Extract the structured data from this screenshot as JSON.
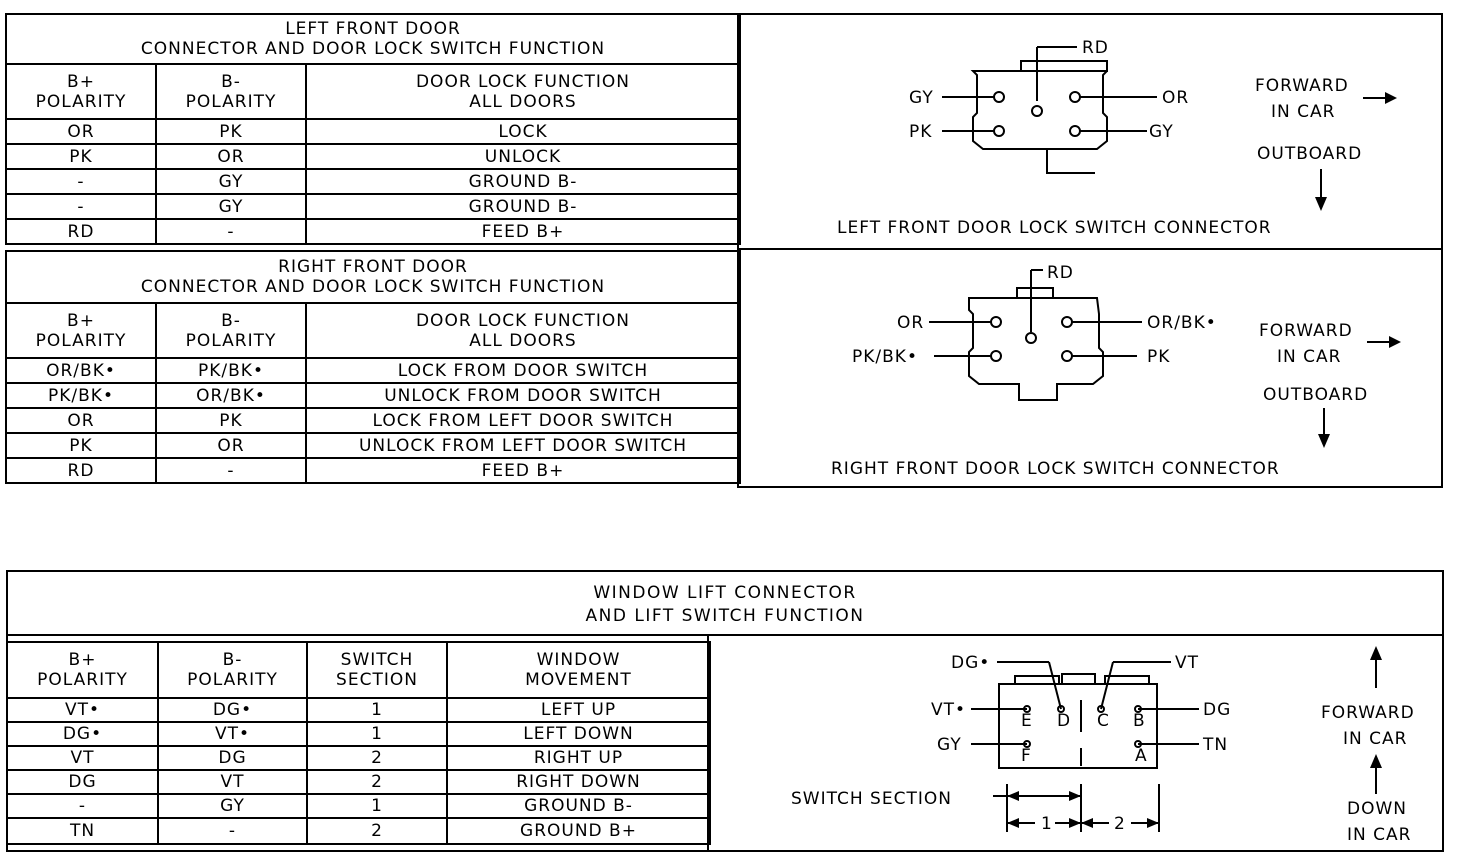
{
  "left_front": {
    "title_line1": "LEFT FRONT DOOR",
    "title_line2": "CONNECTOR AND DOOR LOCK SWITCH FUNCTION",
    "headers": [
      "B+\nPOLARITY",
      "B-\nPOLARITY",
      "DOOR LOCK FUNCTION\nALL DOORS"
    ],
    "rows": [
      [
        "OR",
        "PK",
        "LOCK"
      ],
      [
        "PK",
        "OR",
        "UNLOCK"
      ],
      [
        "-",
        "GY",
        "GROUND B-"
      ],
      [
        "-",
        "GY",
        "GROUND B-"
      ],
      [
        "RD",
        "-",
        "FEED B+"
      ]
    ],
    "connector": {
      "title": "LEFT FRONT DOOR LOCK SWITCH CONNECTOR",
      "pins": {
        "top": "RD",
        "left_top": "GY",
        "left_bottom": "PK",
        "right_top": "OR",
        "right_bottom": "GY"
      },
      "forward_line1": "FORWARD",
      "forward_line2": "IN CAR",
      "outboard": "OUTBOARD"
    }
  },
  "right_front": {
    "title_line1": "RIGHT FRONT DOOR",
    "title_line2": "CONNECTOR AND DOOR LOCK SWITCH FUNCTION",
    "headers": [
      "B+\nPOLARITY",
      "B-\nPOLARITY",
      "DOOR LOCK FUNCTION\nALL DOORS"
    ],
    "rows": [
      [
        "OR/BK•",
        "PK/BK•",
        "LOCK FROM DOOR SWITCH"
      ],
      [
        "PK/BK•",
        "OR/BK•",
        "UNLOCK FROM DOOR SWITCH"
      ],
      [
        "OR",
        "PK",
        "LOCK FROM LEFT DOOR SWITCH"
      ],
      [
        "PK",
        "OR",
        "UNLOCK FROM LEFT DOOR SWITCH"
      ],
      [
        "RD",
        "-",
        "FEED B+"
      ]
    ],
    "connector": {
      "title": "RIGHT FRONT DOOR LOCK SWITCH CONNECTOR",
      "pins": {
        "top": "RD",
        "left_top": "OR",
        "left_bottom": "PK/BK•",
        "right_top": "OR/BK•",
        "right_bottom": "PK"
      },
      "forward_line1": "FORWARD",
      "forward_line2": "IN CAR",
      "outboard": "OUTBOARD"
    }
  },
  "window_lift": {
    "title_line1": "WINDOW LIFT CONNECTOR",
    "title_line2": "AND LIFT SWITCH FUNCTION",
    "headers": [
      "B+\nPOLARITY",
      "B-\nPOLARITY",
      "SWITCH\nSECTION",
      "WINDOW\nMOVEMENT"
    ],
    "rows": [
      [
        "VT•",
        "DG•",
        "1",
        "LEFT UP"
      ],
      [
        "DG•",
        "VT•",
        "1",
        "LEFT DOWN"
      ],
      [
        "VT",
        "DG",
        "2",
        "RIGHT UP"
      ],
      [
        "DG",
        "VT",
        "2",
        "RIGHT DOWN"
      ],
      [
        "-",
        "GY",
        "1",
        "GROUND B-"
      ],
      [
        "TN",
        "-",
        "2",
        "GROUND B+"
      ]
    ],
    "connector": {
      "wires": {
        "dg_dot": "DG•",
        "vt_top": "VT",
        "vt_dot": "VT•",
        "dg_right": "DG",
        "gy": "GY",
        "tn": "TN"
      },
      "pin_letters": {
        "e": "E",
        "d": "D",
        "c": "C",
        "b": "B",
        "f": "F",
        "a": "A"
      },
      "switch_section": "SWITCH SECTION",
      "section1": "1",
      "section2": "2",
      "forward_line1": "FORWARD",
      "forward_line2": "IN CAR",
      "down_line1": "DOWN",
      "down_line2": "IN CAR"
    }
  }
}
